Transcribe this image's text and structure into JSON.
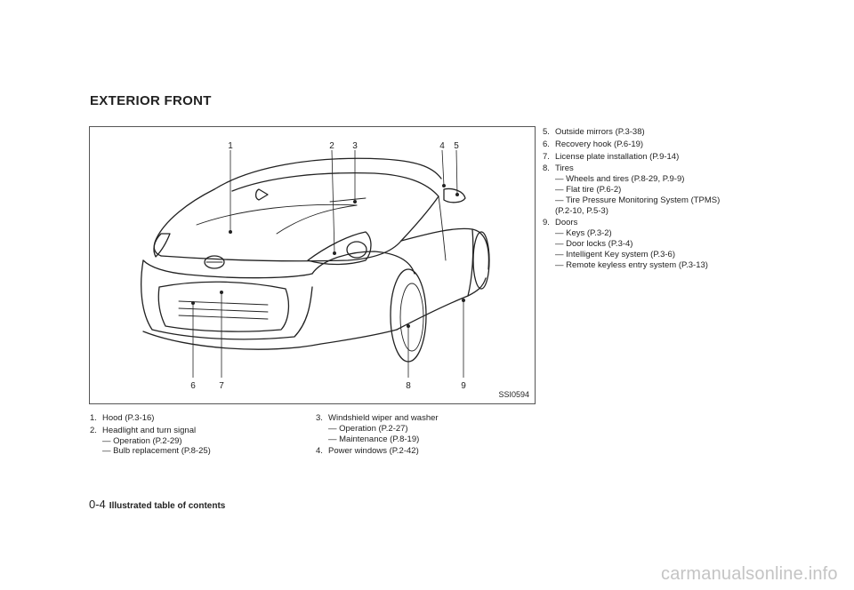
{
  "section_title": "EXTERIOR FRONT",
  "figure": {
    "code": "SSI0594",
    "callouts": [
      "1",
      "2",
      "3",
      "4",
      "5",
      "6",
      "7",
      "8",
      "9"
    ]
  },
  "items": [
    {
      "num": "1.",
      "text": "Hood (P.3-16)",
      "subs": []
    },
    {
      "num": "2.",
      "text": "Headlight and turn signal",
      "subs": [
        "— Operation (P.2-29)",
        "— Bulb replacement (P.8-25)"
      ]
    },
    {
      "num": "3.",
      "text": "Windshield wiper and washer",
      "subs": [
        "— Operation (P.2-27)",
        "— Maintenance (P.8-19)"
      ]
    },
    {
      "num": "4.",
      "text": "Power windows (P.2-42)",
      "subs": []
    },
    {
      "num": "5.",
      "text": "Outside mirrors (P.3-38)",
      "subs": []
    },
    {
      "num": "6.",
      "text": "Recovery hook (P.6-19)",
      "subs": []
    },
    {
      "num": "7.",
      "text": "License plate installation (P.9-14)",
      "subs": []
    },
    {
      "num": "8.",
      "text": "Tires",
      "subs": [
        "— Wheels and tires (P.8-29, P.9-9)",
        "— Flat tire (P.6-2)",
        "— Tire Pressure Monitoring System (TPMS)",
        "(P.2-10, P.5-3)"
      ]
    },
    {
      "num": "9.",
      "text": "Doors",
      "subs": [
        "— Keys (P.3-2)",
        "— Door locks (P.3-4)",
        "— Intelligent Key system (P.3-6)",
        "— Remote keyless entry system (P.3-13)"
      ]
    }
  ],
  "footer": {
    "page": "0-4",
    "title": "Illustrated table of contents"
  },
  "watermark": "carmanualsonline.info"
}
